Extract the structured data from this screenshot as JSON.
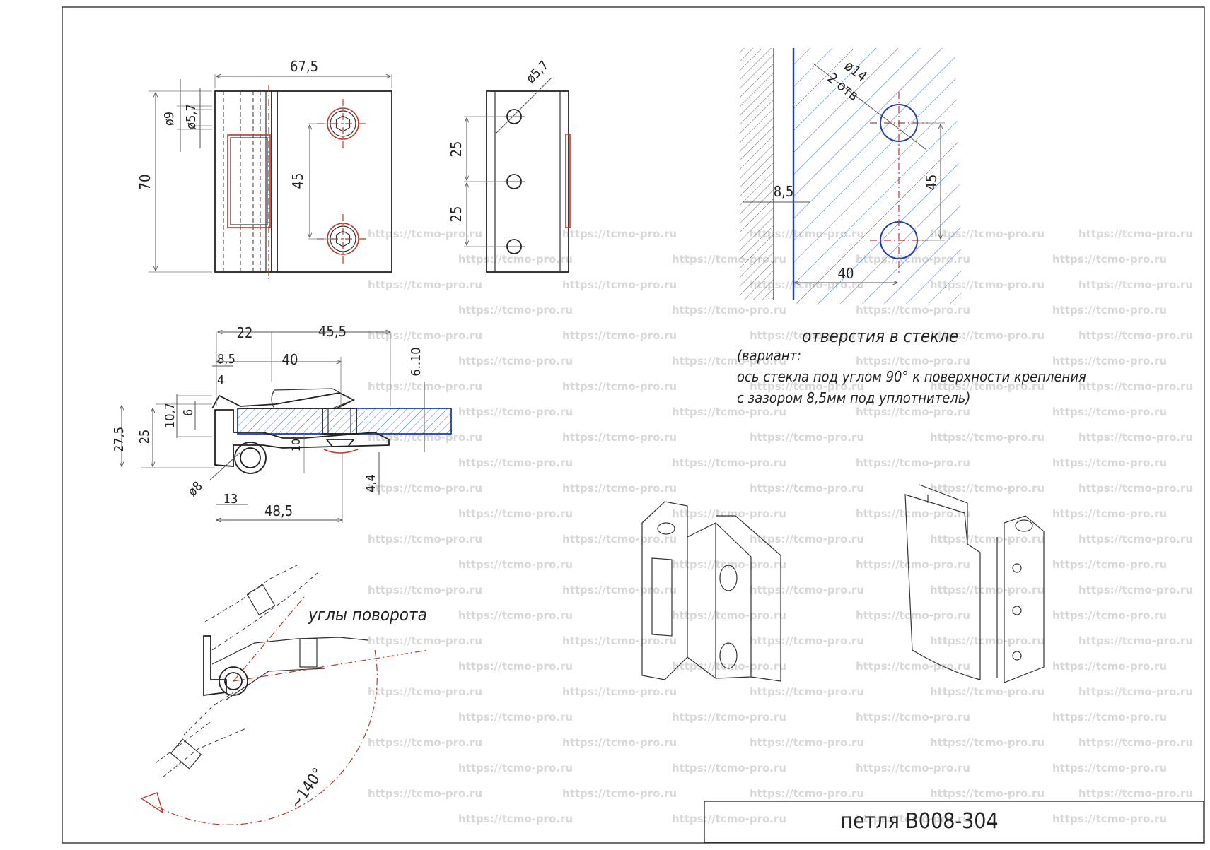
{
  "title_block": {
    "part_name": "петля B008-304"
  },
  "watermark": {
    "text": "https://tcmo-pro.ru"
  },
  "front_view": {
    "dims": {
      "width": "67,5",
      "height": "70",
      "hole_pitch": "45",
      "d9": "ø9",
      "d57": "ø5,7"
    }
  },
  "side_view": {
    "dims": {
      "d57": "ø5,7",
      "pitch_top": "25",
      "pitch_bottom": "25"
    }
  },
  "section_view": {
    "dims": {
      "d22": "22",
      "d455": "45,5",
      "d85": "8,5",
      "d40": "40",
      "d610": "6..10",
      "d4": "4",
      "d6": "6",
      "d107": "10,7",
      "d25": "25",
      "d275": "27,5",
      "d10": "10",
      "d8": "ø8",
      "d13": "13",
      "d485": "48,5",
      "d44": "4,4"
    }
  },
  "rotation_view": {
    "label": "углы поворота",
    "angle": "~140°"
  },
  "glass_holes": {
    "dims": {
      "dia": "ø14",
      "count": "2 отв",
      "pitch": "45",
      "offset": "8,5",
      "depth": "40"
    },
    "caption": "отверстия в стекле",
    "note_lines": [
      "(вариант:",
      "ось стекла под углом 90° к поверхности крепления",
      "с зазором 8,5мм под уплотнитель)"
    ]
  }
}
